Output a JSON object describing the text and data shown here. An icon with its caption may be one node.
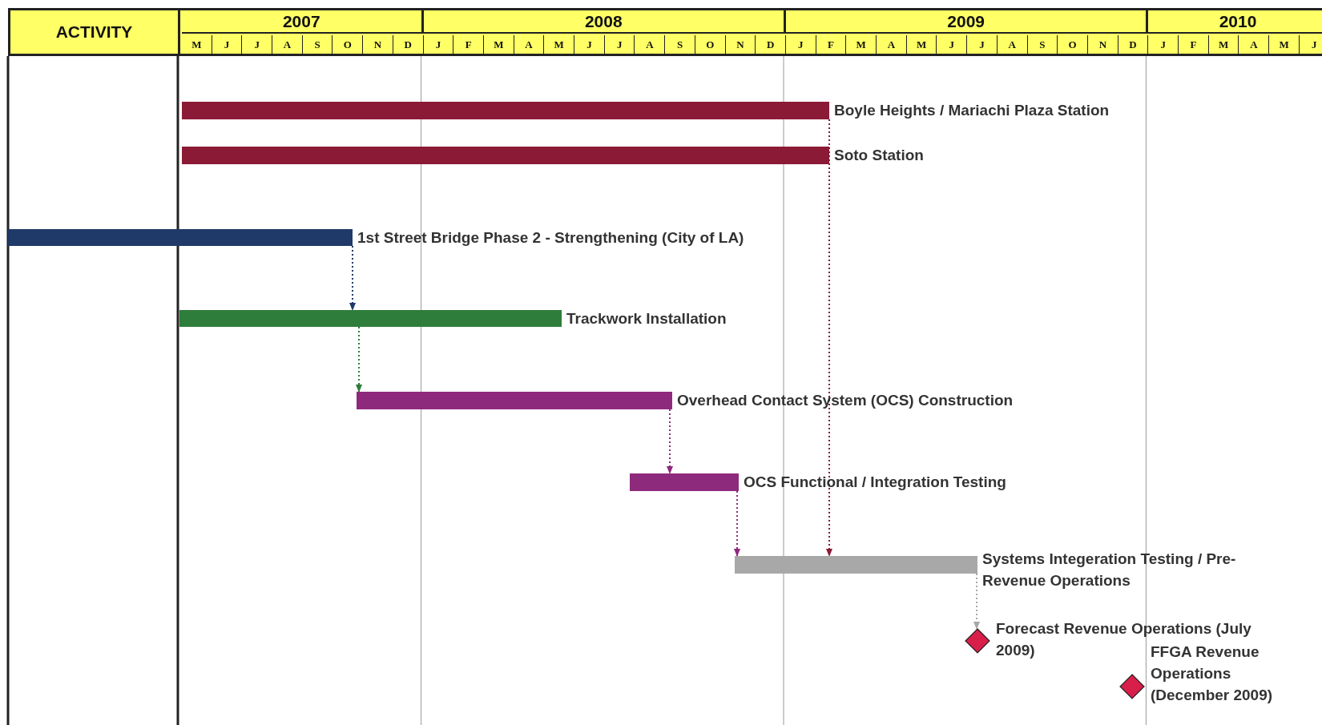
{
  "diagram": {
    "nodes": [
      {
        "text": [],
        "shape": "bar",
        "beside": [
          "Boyle Heights / Mariachi Plaza Station"
        ]
      },
      {
        "text": [],
        "shape": "bar",
        "beside": [
          "Soto Station"
        ]
      },
      {
        "text": [],
        "shape": "bar",
        "beside": [
          "1st Street Bridge Phase 2 - Strengthening (City of LA)"
        ]
      },
      {
        "text": [],
        "shape": "bar",
        "beside": [
          "Trackwork Installation"
        ]
      },
      {
        "text": [],
        "shape": "bar",
        "beside": [
          "Overhead Contact System (OCS) Construction"
        ]
      },
      {
        "text": [],
        "shape": "bar",
        "beside": [
          "OCS Functional / Integration Testing"
        ]
      },
      {
        "text": [],
        "shape": "bar",
        "beside": [
          "Systems Integeration Testing / Pre-Revenue Operations"
        ]
      },
      {
        "text": [],
        "shape": "diamond",
        "beside": [
          "Forecast Revenue Operations (July 2009)"
        ]
      },
      {
        "text": [],
        "shape": "diamond",
        "beside": [
          "FFGA Revenue Operations (December 2009)"
        ]
      }
    ],
    "edges": [
      {
        "from": 2,
        "to": 3,
        "arrow": "to",
        "style": "dashed",
        "color": "#1f3a68"
      },
      {
        "from": 3,
        "to": 4,
        "arrow": "to",
        "style": "dashed",
        "color": "#2e7d3a"
      },
      {
        "from": 4,
        "to": 5,
        "arrow": "to",
        "style": "dashed",
        "color": "#8e2a7c"
      },
      {
        "from": 5,
        "to": 6,
        "arrow": "to",
        "style": "dashed",
        "color": "#8e2a7c"
      },
      {
        "from": 0,
        "to": 6,
        "arrow": "to",
        "style": "dashed",
        "color": "#8b1a36"
      },
      {
        "from": 6,
        "to": 7,
        "arrow": "to",
        "style": "dashed",
        "color": "#a8a8a8"
      }
    ],
    "labels": [
      "ACTIVITY",
      "2007",
      "2008",
      "2009",
      "2010",
      "M",
      "J",
      "J",
      "A",
      "S",
      "O",
      "N",
      "D",
      "J",
      "F",
      "M",
      "A",
      "M",
      "J",
      "J",
      "A",
      "S",
      "O",
      "N",
      "D",
      "J",
      "F",
      "M",
      "A",
      "M",
      "J",
      "J",
      "A",
      "S",
      "O",
      "N",
      "D",
      "J",
      "F",
      "M",
      "A",
      "M",
      "J"
    ]
  }
}
